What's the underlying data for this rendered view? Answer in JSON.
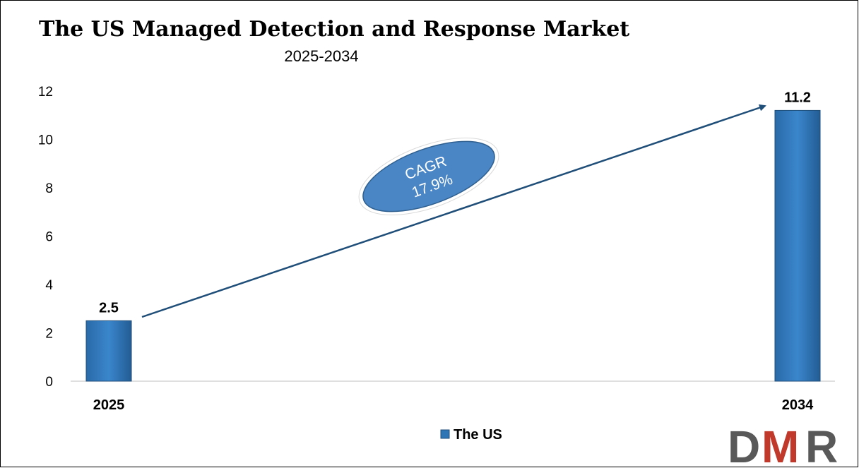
{
  "chart_data": {
    "type": "bar",
    "title": "The US Managed Detection and Response Market",
    "subtitle": "2025-2034",
    "categories": [
      "2025",
      "2034"
    ],
    "series": [
      {
        "name": "The US",
        "values": [
          2.5,
          11.2
        ],
        "color": "#2e75b6"
      }
    ],
    "data_labels": [
      "2.5",
      "11.2"
    ],
    "ylim": [
      0,
      12
    ],
    "yticks": [
      "0",
      "2",
      "4",
      "6",
      "8",
      "10",
      "12"
    ],
    "grid": false,
    "legend": {
      "position": "bottom",
      "entries": [
        "The US"
      ]
    },
    "annotation": {
      "label": "CAGR",
      "value": "17.9%"
    }
  },
  "logo": {
    "text": "DMR",
    "colors": {
      "D": "#595959",
      "M": "#c0392b",
      "R": "#595959"
    }
  }
}
